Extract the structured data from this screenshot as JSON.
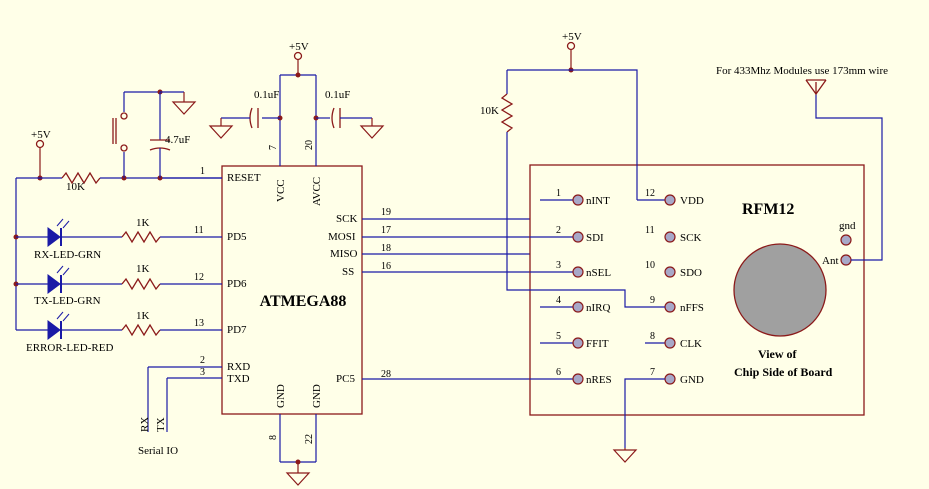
{
  "colors": {
    "background": "#FFFFE8",
    "wire": "#1A1AA6",
    "part": "#8B1A1A",
    "antenna_pad": "#A0A0A0"
  },
  "power": {
    "vcc_label": "+5V"
  },
  "mcu": {
    "name": "ATMEGA88",
    "pins": {
      "reset": {
        "name": "RESET",
        "num": "1"
      },
      "vcc": {
        "name": "VCC",
        "num": "7"
      },
      "avcc": {
        "name": "AVCC",
        "num": "20"
      },
      "pd5": {
        "name": "PD5",
        "num": "11"
      },
      "pd6": {
        "name": "PD6",
        "num": "12"
      },
      "pd7": {
        "name": "PD7",
        "num": "13"
      },
      "rxd": {
        "name": "RXD",
        "num": "2"
      },
      "txd": {
        "name": "TXD",
        "num": "3"
      },
      "sck": {
        "name": "SCK",
        "num": "19"
      },
      "mosi": {
        "name": "MOSI",
        "num": "17"
      },
      "miso": {
        "name": "MISO",
        "num": "18"
      },
      "ss": {
        "name": "SS",
        "num": "16"
      },
      "pc5": {
        "name": "PC5",
        "num": "28"
      },
      "gnd1": {
        "name": "GND",
        "num": "8"
      },
      "gnd2": {
        "name": "GND",
        "num": "22"
      }
    }
  },
  "passives": {
    "cap_vcc": "0.1uF",
    "cap_avcc": "0.1uF",
    "cap_reset": "4.7uF",
    "r_reset": "10K",
    "r_led": "1K",
    "r_nsel": "10K"
  },
  "leds": {
    "rx": "RX-LED-GRN",
    "tx": "TX-LED-GRN",
    "error": "ERROR-LED-RED"
  },
  "serial": {
    "rx": "RX",
    "tx": "TX",
    "label": "Serial IO"
  },
  "rfm12": {
    "title": "RFM12",
    "view_line1": "View of",
    "view_line2": "Chip Side of Board",
    "gnd_label": "gnd",
    "ant_label": "Ant",
    "left_pins": [
      {
        "num": "1",
        "name": "nINT"
      },
      {
        "num": "2",
        "name": "SDI"
      },
      {
        "num": "3",
        "name": "nSEL"
      },
      {
        "num": "4",
        "name": "nIRQ"
      },
      {
        "num": "5",
        "name": "FFIT"
      },
      {
        "num": "6",
        "name": "nRES"
      }
    ],
    "right_pins": [
      {
        "num": "12",
        "name": "VDD"
      },
      {
        "num": "11",
        "name": "SCK"
      },
      {
        "num": "10",
        "name": "SDO"
      },
      {
        "num": "9",
        "name": "nFFS"
      },
      {
        "num": "8",
        "name": "CLK"
      },
      {
        "num": "7",
        "name": "GND"
      }
    ]
  },
  "antenna_note": "For 433Mhz Modules use 173mm  wire"
}
